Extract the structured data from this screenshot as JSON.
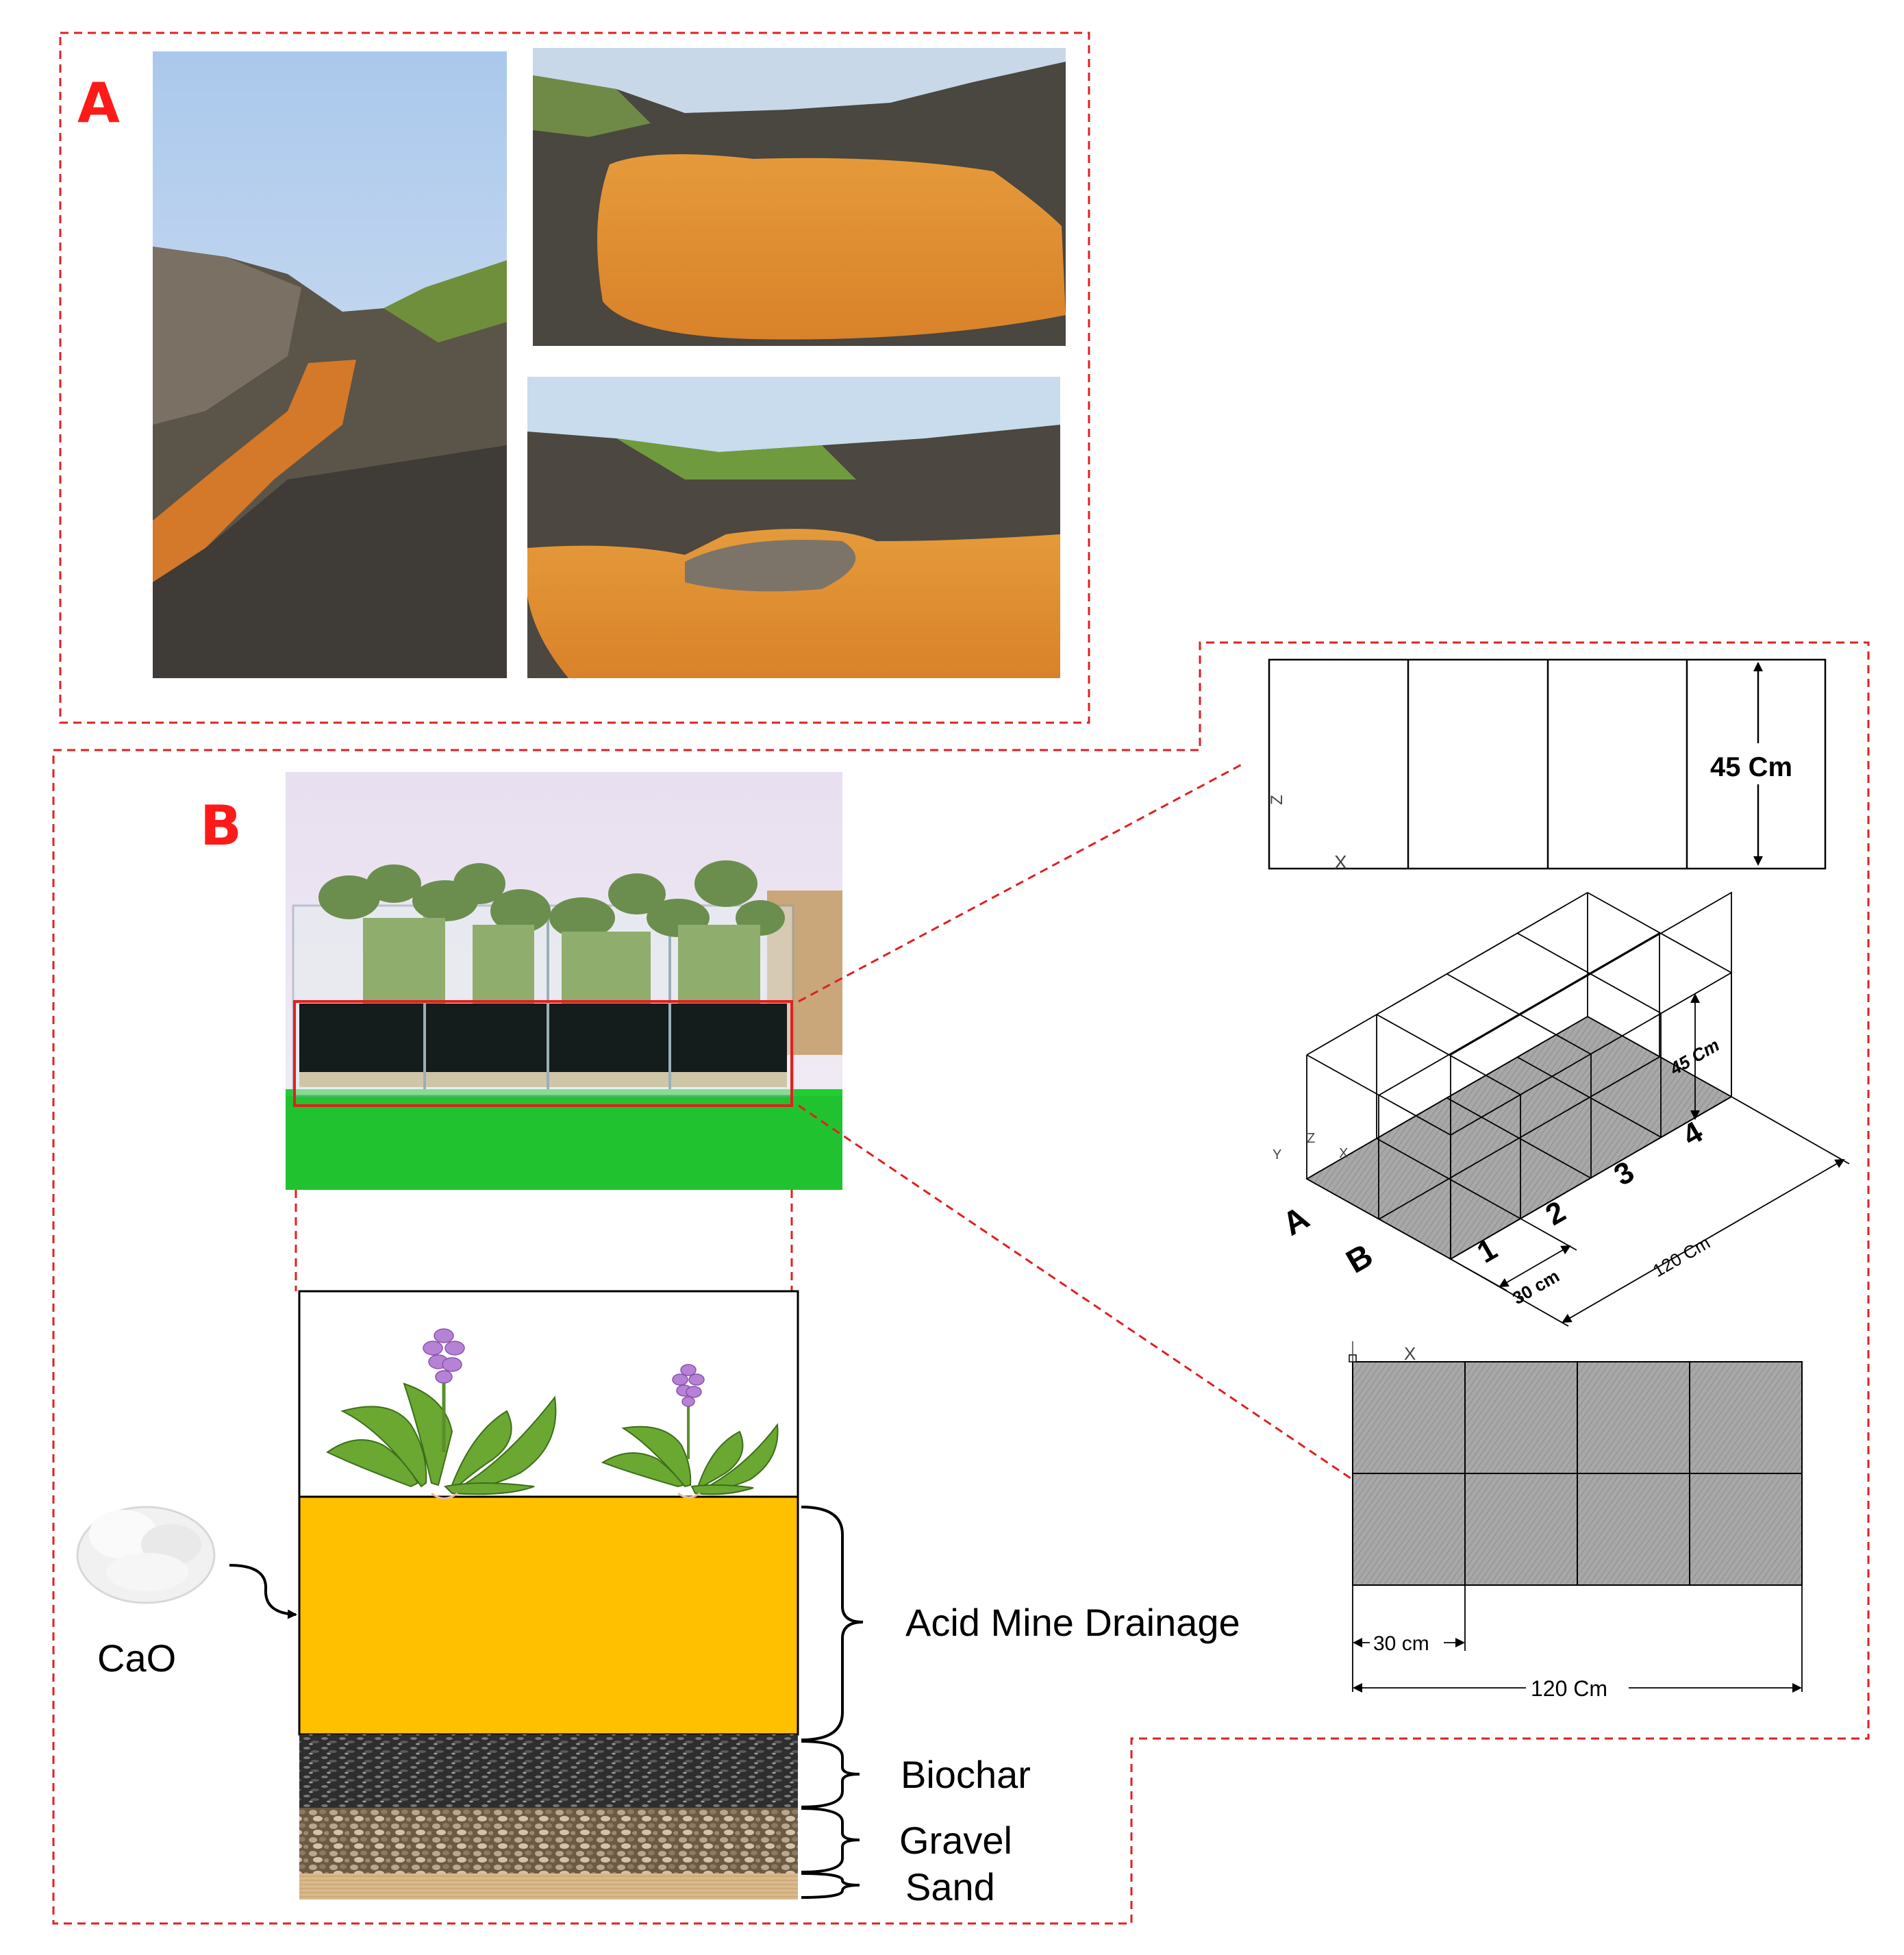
{
  "panels": {
    "a_label": "A",
    "b_label": "B"
  },
  "layers": {
    "amd": "Acid Mine Drainage",
    "biochar": "Biochar",
    "gravel": "Gravel",
    "sand": "Sand"
  },
  "amendment": {
    "label": "CaO"
  },
  "drawings": {
    "front_height": "45 Cm",
    "iso_height": "45 Cm",
    "iso_cell_width": "30 cm",
    "iso_total_length": "120 Cm",
    "row_labels": [
      "A",
      "B"
    ],
    "column_labels": [
      "1",
      "2",
      "3",
      "4"
    ],
    "top_cell_width": "30 cm",
    "top_total_length": "120 Cm",
    "axis_z": "Z",
    "axis_x": "X",
    "axis_y": "Y"
  },
  "colors": {
    "frame": "#e02020",
    "label_red": "#ff1a1a",
    "amd_fill": "#ffc000",
    "cell_gray": "#a6a6a6",
    "floor_green": "#22cc33"
  }
}
